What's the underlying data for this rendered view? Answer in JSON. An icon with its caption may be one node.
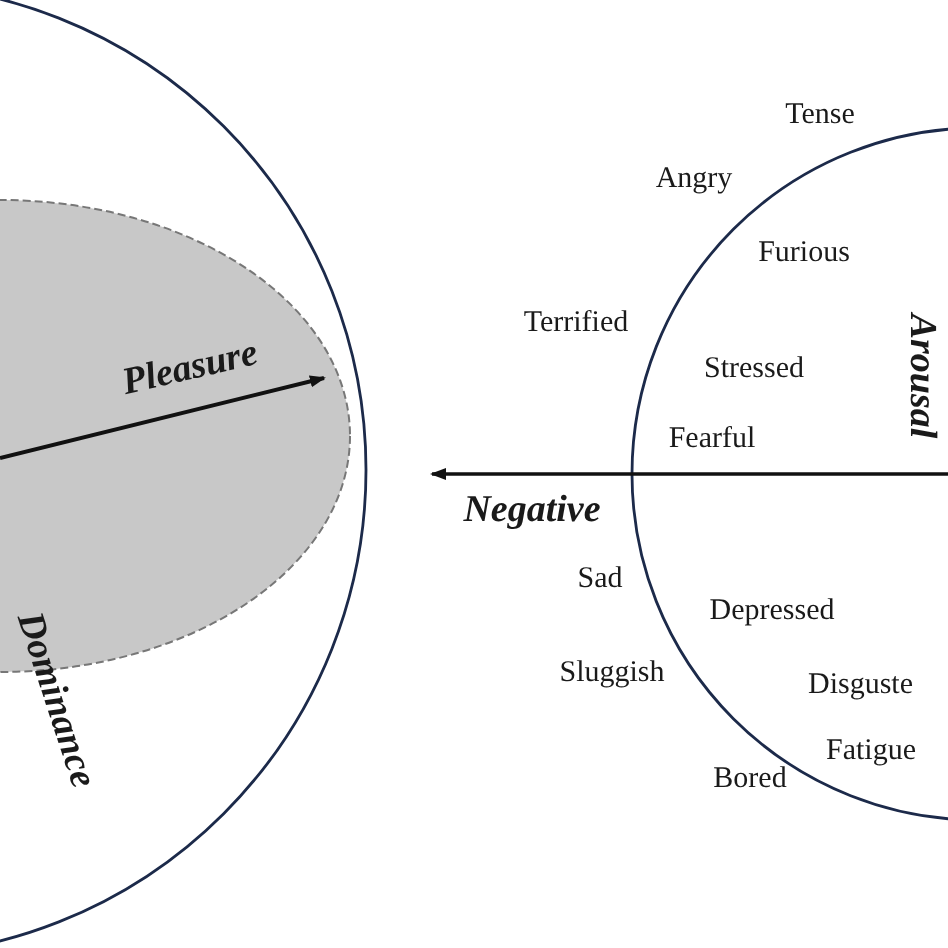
{
  "diagram": {
    "labels": [
      "Tense",
      "Angry",
      "Furious",
      "Terrified",
      "Arousal",
      "Pleasure",
      "Stressed",
      "Fearful",
      "Negative",
      "Sad",
      "Depressed",
      "Dominance",
      "Sluggish",
      "Disguste",
      "Fatigue",
      "Bored"
    ]
  }
}
